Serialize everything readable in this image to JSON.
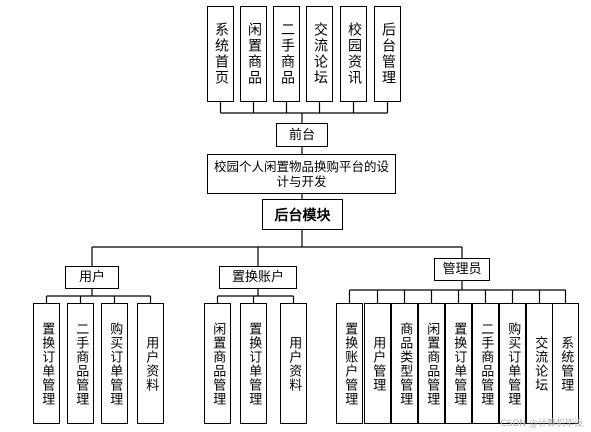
{
  "diagram": {
    "frontend_modules": [
      "系统首页",
      "闲置商品",
      "二手商品",
      "交流论坛",
      "校园资讯",
      "后台管理"
    ],
    "frontend_label": "前台",
    "platform_title": "校园个人闲置物品换购平台的设计与开发",
    "backend_label": "后台模块",
    "groups": [
      {
        "label": "用户",
        "children": [
          "置换订单管理",
          "二手商品管理",
          "购买订单管理",
          "用户资料"
        ]
      },
      {
        "label": "置换账户",
        "children": [
          "闲置商品管理",
          "置换订单管理",
          "用户资料"
        ]
      },
      {
        "label": "管理员",
        "children": [
          "置换账户管理",
          "用户管理",
          "商品类型管理",
          "闲置商品管理",
          "置换订单管理",
          "二手商品管理",
          "购买订单管理",
          "交流论坛",
          "系统管理"
        ]
      }
    ]
  },
  "watermark": "CSDN @计算机毕设"
}
